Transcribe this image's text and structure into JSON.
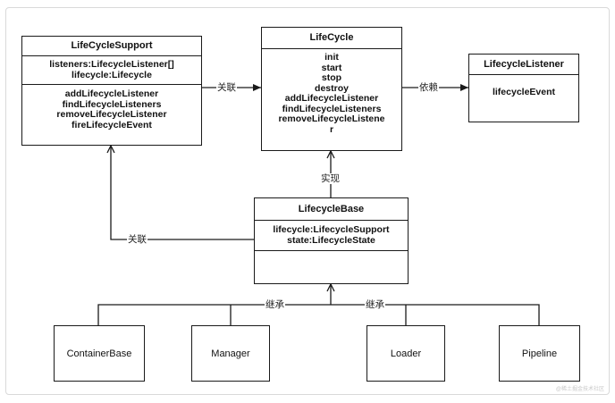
{
  "classes": {
    "lifecycle_support": {
      "title": "LifeCycleSupport",
      "attributes": [
        "listeners:LifecycleListener[]",
        "lifecycle:Lifecycle"
      ],
      "methods": [
        "addLifecycleListener",
        "findLifecycleListeners",
        "removeLifecycleListener",
        "fireLifecycleEvent"
      ]
    },
    "lifecycle": {
      "title": "LifeCycle",
      "methods": [
        "init",
        "start",
        "stop",
        "destroy",
        "addLifecycleListener",
        "findLifecycleListeners",
        "removeLifecycleListene",
        "r"
      ]
    },
    "lifecycle_listener": {
      "title": "LifecycleListener",
      "methods": [
        "lifecycleEvent"
      ]
    },
    "lifecycle_base": {
      "title": "LifecycleBase",
      "attributes": [
        "lifecycle:LifecycleSupport",
        "state:LifecycleState"
      ]
    },
    "container_base": {
      "title": "ContainerBase"
    },
    "manager": {
      "title": "Manager"
    },
    "loader": {
      "title": "Loader"
    },
    "pipeline": {
      "title": "Pipeline"
    }
  },
  "edges": {
    "support_to_lifecycle": "关联",
    "lifecycle_to_listener": "依赖",
    "base_implements_lifecycle": "实现",
    "base_to_support": "关联",
    "inherit_left": "继承",
    "inherit_right": "继承"
  },
  "watermark": "@稀土掘金技术社区"
}
